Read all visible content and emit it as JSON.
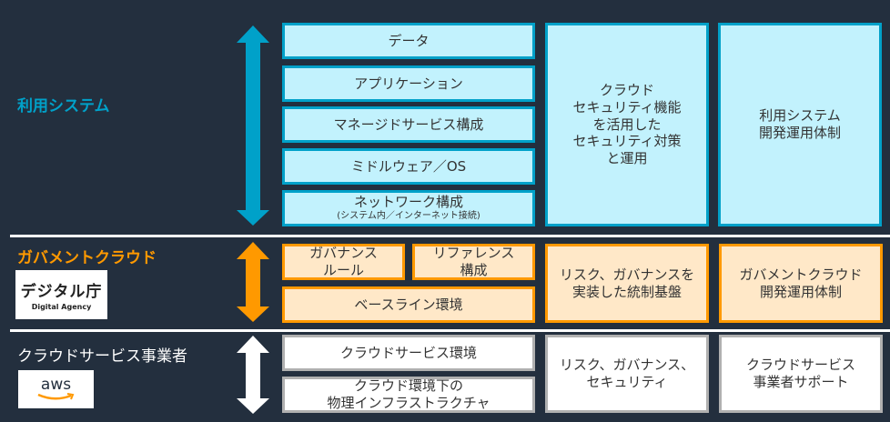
{
  "colors": {
    "background": "#232f3e",
    "usage_accent": "#00a1c9",
    "gov_accent": "#ff9900",
    "provider_accent": "#ffffff",
    "usage_fill": "#c2f2fd",
    "gov_fill": "#ffe8c8",
    "provider_fill": "#ffffff"
  },
  "bands": {
    "usage": {
      "label": "利用システム",
      "arrow_icon": "double-arrow-vertical",
      "layers": [
        {
          "label": "データ"
        },
        {
          "label": "アプリケーション"
        },
        {
          "label": "マネージドサービス構成"
        },
        {
          "label": "ミドルウェア／OS"
        },
        {
          "label": "ネットワーク構成",
          "sub": "(システム内／インターネット接続)"
        }
      ],
      "security": "クラウド\nセキュリティ機能\nを活用した\nセキュリティ対策\nと運用",
      "operations": "利用システム\n開発運用体制"
    },
    "gov": {
      "label": "ガバメントクラウド",
      "logo_title": "デジタル庁",
      "logo_sub": "Digital Agency",
      "arrow_icon": "double-arrow-vertical",
      "layers": [
        {
          "label": "ガバナンス\nルール"
        },
        {
          "label": "リファレンス\n構成"
        },
        {
          "label": "ベースライン環境"
        }
      ],
      "security": "リスク、ガバナンスを\n実装した統制基盤",
      "operations": "ガバメントクラウド\n開発運用体制"
    },
    "provider": {
      "label": "クラウドサービス事業者",
      "logo_text": "aws",
      "arrow_icon": "double-arrow-vertical",
      "layers": [
        {
          "label": "クラウドサービス環境"
        },
        {
          "label": "クラウド環境下の\n物理インフラストラクチャ"
        }
      ],
      "security": "リスク、ガバナンス、\nセキュリティ",
      "operations": "クラウドサービス\n事業者サポート"
    }
  }
}
